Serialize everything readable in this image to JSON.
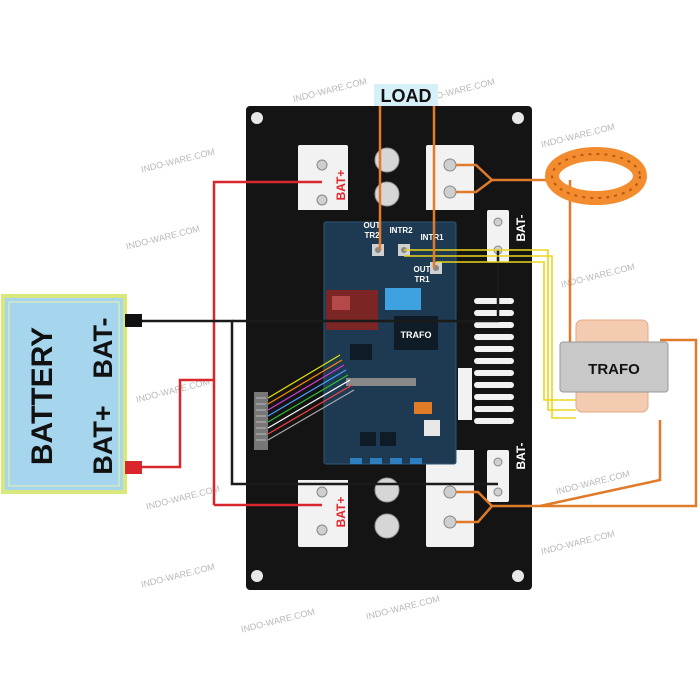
{
  "load_label": "LOAD",
  "battery": {
    "name": "BATTERY",
    "plus": "BAT+",
    "minus": "BAT-"
  },
  "board": {
    "bat_plus_top": "BAT+",
    "bat_plus_bottom": "BAT+",
    "bat_minus_top": "BAT-",
    "bat_minus_bottom": "BAT-",
    "out_tr2_line1": "OUT",
    "out_tr2_line2": "TR2",
    "intr2": "INTR2",
    "intr1": "INTR1",
    "out_tr1_line1": "OUT",
    "out_tr1_line2": "TR1",
    "module_label": "TRAFO"
  },
  "trafo_label": "TRAFO",
  "watermark": "INDO-WARE.COM",
  "colors": {
    "wire_red": "#d8262c",
    "wire_black": "#1a1a1a",
    "wire_orange": "#e07b2a",
    "wire_yellow": "#ecd51a",
    "board": "#141414",
    "pcb": "#1d3a52",
    "battery_fill": "#a6d6ee",
    "battery_border": "#d8e87a"
  }
}
